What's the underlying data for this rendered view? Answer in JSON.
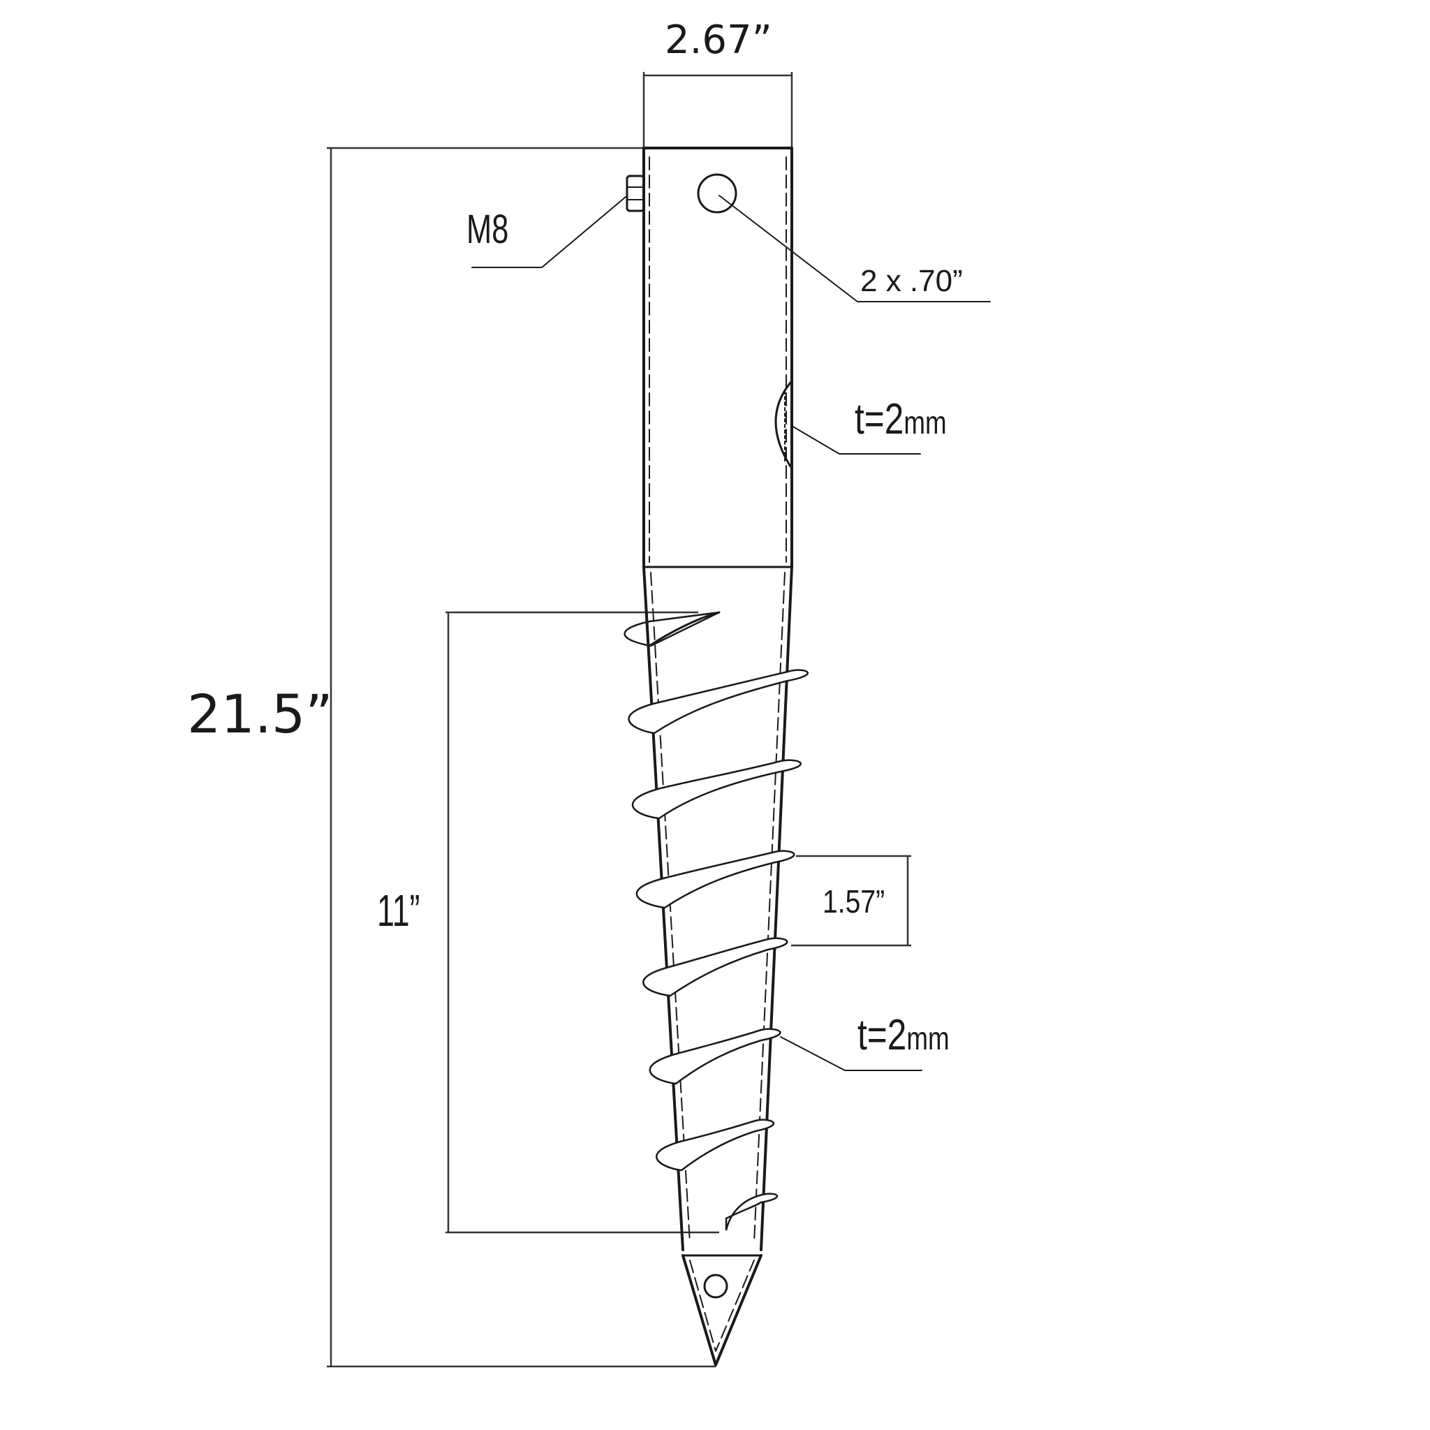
{
  "diagram": {
    "subject": "Ground screw technical drawing",
    "colors": {
      "line": "#1a1a1a",
      "background": "#ffffff"
    }
  },
  "dimensions": {
    "top_width": {
      "label": "2.67”"
    },
    "total_length": {
      "label": "21.5”"
    },
    "thread_length": {
      "label": "11”"
    },
    "thread_pitch": {
      "label": "1.57”"
    }
  },
  "callouts": {
    "bolt": {
      "label": "M8"
    },
    "holes": {
      "label": "2 x .70”"
    },
    "weld_thickness": {
      "label_main": "t=2",
      "label_unit": "mm"
    },
    "flange_thickness": {
      "label_main": "t=2",
      "label_unit": "mm"
    }
  }
}
